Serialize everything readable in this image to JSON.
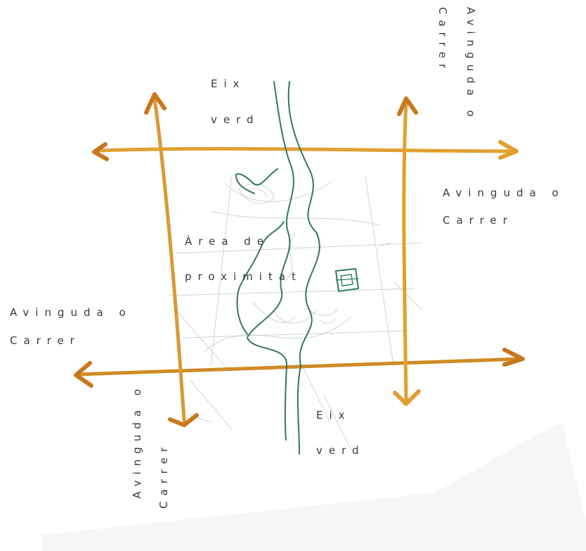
{
  "labels": {
    "green_axis_top_line1": "Eix",
    "green_axis_top_line2": "verd",
    "green_axis_bottom_line1": "Eix",
    "green_axis_bottom_line2": "verd",
    "area_line1": "Àrea de",
    "area_line2": "proximitat",
    "right_street_line1": "Avinguda o",
    "right_street_line2": "Carrer",
    "left_street_line1": "Avinguda o",
    "left_street_line2": "Carrer",
    "top_right_vertical_line1": "Avinguda o",
    "top_right_vertical_line2": "Carrer",
    "bottom_left_vertical_line1": "Avinguda o",
    "bottom_left_vertical_line2": "Carrer"
  },
  "colors": {
    "street": "#e0a032",
    "street_dark": "#c8771c",
    "green_axis": "#2f7a5e",
    "pencil": "#c9c9c9",
    "text": "#3a3a3a"
  }
}
